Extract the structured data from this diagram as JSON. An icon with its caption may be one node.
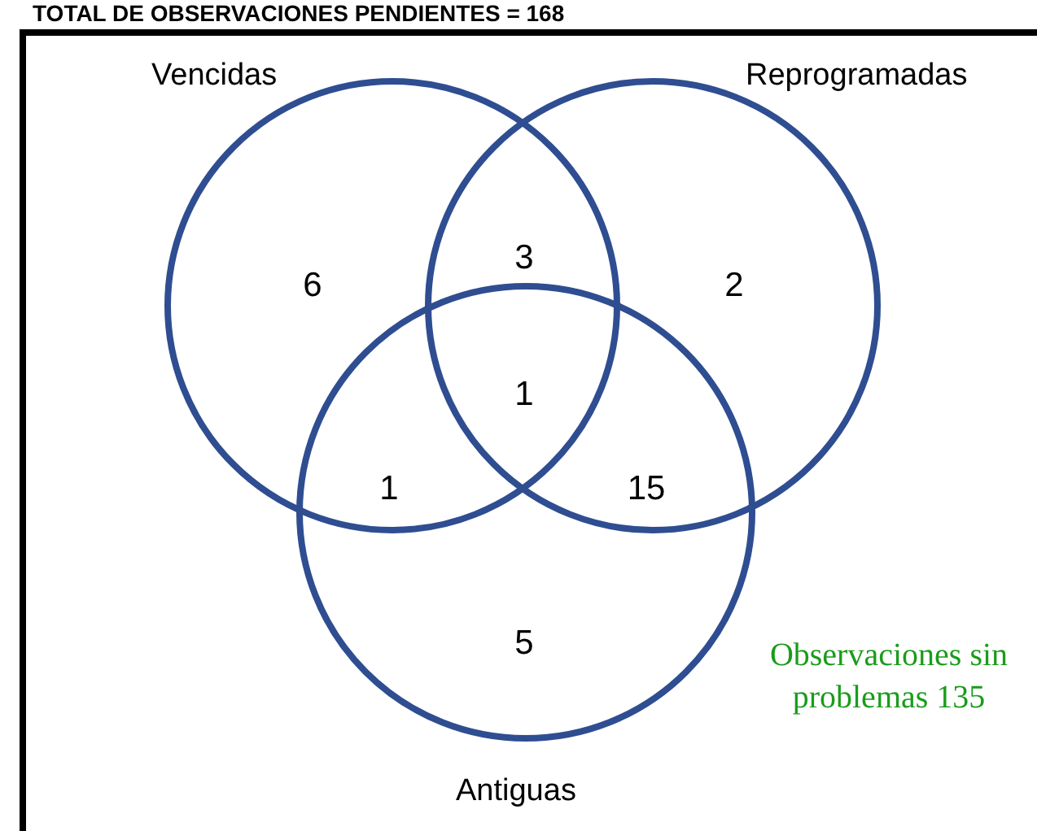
{
  "diagram": {
    "title": "TOTAL DE OBSERVACIONES PENDIENTES = 168",
    "nodes": [
      {
        "text": [
          "Vencidas"
        ]
      },
      {
        "text": [
          "Reprogramadas"
        ]
      },
      {
        "text": [
          "Antiguas"
        ]
      }
    ],
    "labels": [
      "3",
      "6",
      "2",
      "1",
      "1",
      "15",
      "5",
      "Observaciones sin problemas 135"
    ]
  }
}
